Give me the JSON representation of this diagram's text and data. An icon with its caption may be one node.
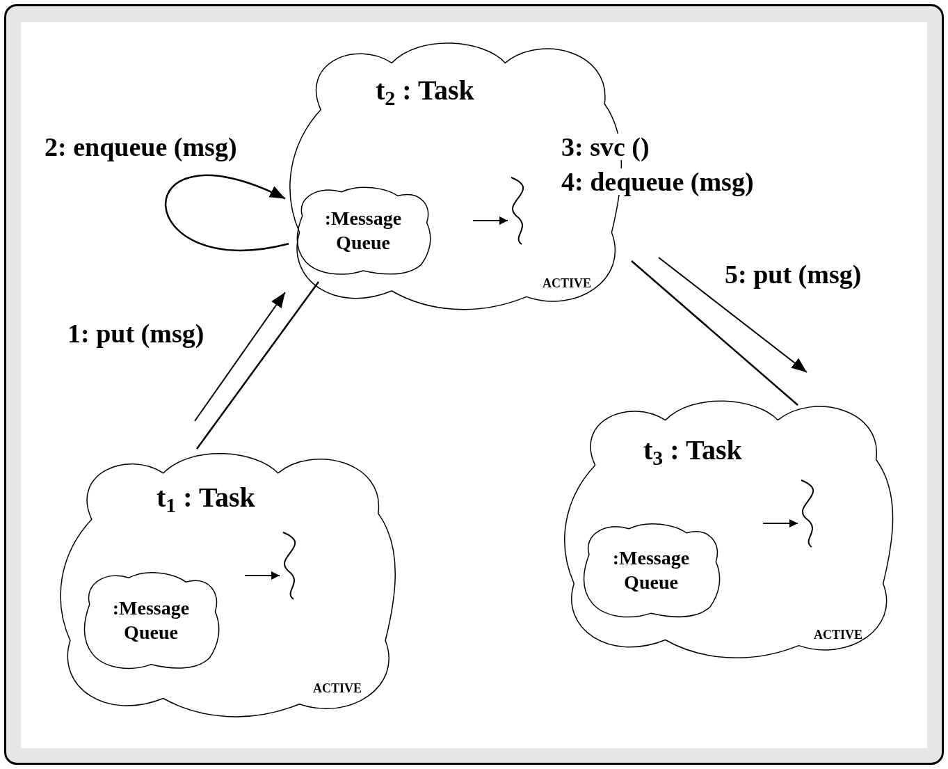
{
  "diagram": {
    "nodes": [
      {
        "text": [
          "t$_{2}$ : Task",
          "ACTIVE"
        ]
      },
      {
        "text": [
          ":Message Queue"
        ],
        "in": 0
      },
      {
        "text": [
          "t$_{1}$ : Task",
          "ACTIVE"
        ]
      },
      {
        "text": [
          ":Message Queue"
        ],
        "in": 2
      },
      {
        "text": [
          "t$_{3}$ : Task",
          "ACTIVE"
        ]
      },
      {
        "text": [
          ":Message Queue"
        ],
        "in": 4
      }
    ],
    "edges": [
      {
        "from": 2,
        "to": 0,
        "arrow": "none",
        "label": "1: put (msg)"
      },
      {
        "from": 1,
        "to": 1,
        "arrow": "to",
        "label": "2: enqueue (msg)"
      },
      {
        "from": 0,
        "to": 4,
        "arrow": "none",
        "label": "5: put (msg)"
      }
    ],
    "labels": [
      "3: svc ()",
      "4: dequeue (msg)"
    ]
  }
}
